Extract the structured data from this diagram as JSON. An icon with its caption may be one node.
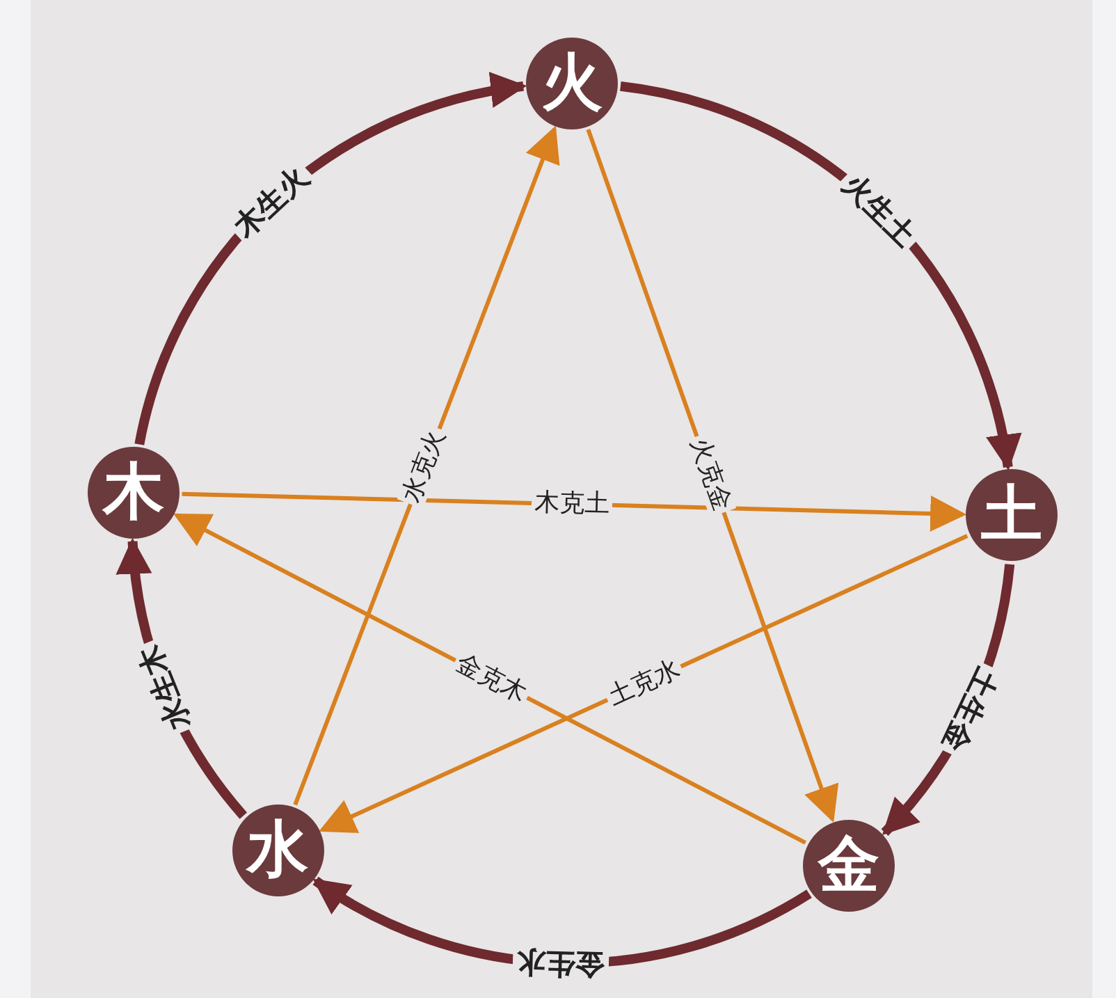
{
  "diagram": {
    "nodes": [
      {
        "text": [
          "火"
        ]
      },
      {
        "text": [
          "土"
        ]
      },
      {
        "text": [
          "金"
        ]
      },
      {
        "text": [
          "水"
        ]
      },
      {
        "text": [
          "木"
        ]
      }
    ],
    "edges": [
      {
        "from": 4,
        "to": 0,
        "arrow": "to",
        "label": "木生火",
        "style": "thick",
        "color": "#6e2a2e"
      },
      {
        "from": 0,
        "to": 1,
        "arrow": "to",
        "label": "火生土",
        "style": "thick",
        "color": "#6e2a2e"
      },
      {
        "from": 1,
        "to": 2,
        "arrow": "to",
        "label": "土生金",
        "style": "thick",
        "color": "#6e2a2e"
      },
      {
        "from": 2,
        "to": 3,
        "arrow": "to",
        "label": "金生水",
        "style": "thick",
        "color": "#6e2a2e"
      },
      {
        "from": 3,
        "to": 4,
        "arrow": "to",
        "label": "水生木",
        "style": "thick",
        "color": "#6e2a2e"
      },
      {
        "from": 4,
        "to": 1,
        "arrow": "to",
        "label": "木克土",
        "color": "#d9801f"
      },
      {
        "from": 3,
        "to": 0,
        "arrow": "to",
        "label": "水克火",
        "color": "#d9801f"
      },
      {
        "from": 0,
        "to": 2,
        "arrow": "to",
        "label": "火克金",
        "color": "#d9801f"
      },
      {
        "from": 1,
        "to": 3,
        "arrow": "to",
        "label": "土克水",
        "color": "#d9801f"
      },
      {
        "from": 2,
        "to": 4,
        "arrow": "to",
        "label": "金克木",
        "color": "#d9801f"
      }
    ]
  }
}
